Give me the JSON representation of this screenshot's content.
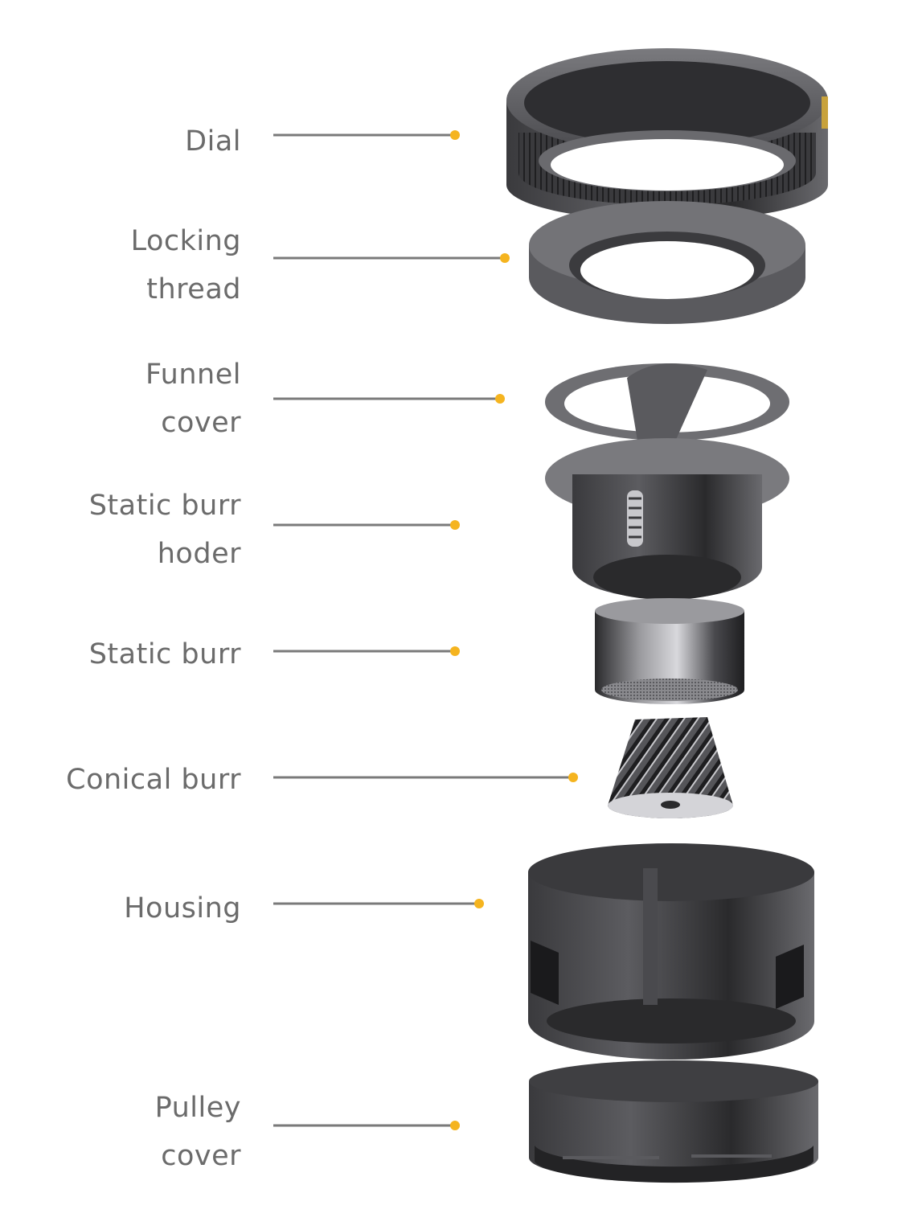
{
  "colors": {
    "label_text": "#6b6b6b",
    "leader_line": "#7a7a7a",
    "leader_dot": "#f5b41f",
    "part_dark": "#2c2c2e",
    "part_mid": "#505054",
    "part_light": "#8a8a8e",
    "background": "#ffffff"
  },
  "parts": [
    {
      "id": "dial",
      "lines": [
        "Dial"
      ]
    },
    {
      "id": "locking-thread",
      "lines": [
        "Locking",
        "thread"
      ]
    },
    {
      "id": "funnel-cover",
      "lines": [
        "Funnel",
        "cover"
      ]
    },
    {
      "id": "static-burr-holder",
      "lines": [
        "Static burr",
        "hoder"
      ]
    },
    {
      "id": "static-burr",
      "lines": [
        "Static burr"
      ]
    },
    {
      "id": "conical-burr",
      "lines": [
        "Conical burr"
      ]
    },
    {
      "id": "housing",
      "lines": [
        "Housing"
      ]
    },
    {
      "id": "pulley-cover",
      "lines": [
        "Pulley",
        "cover"
      ]
    }
  ]
}
